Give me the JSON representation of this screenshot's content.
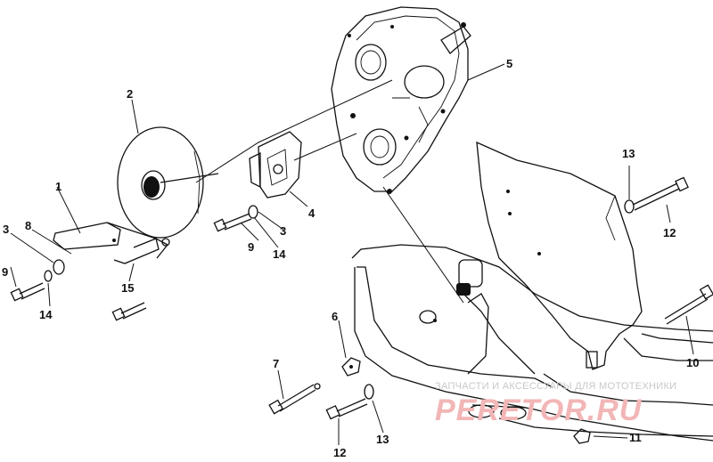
{
  "callouts": [
    {
      "id": "c1",
      "text": "1"
    },
    {
      "id": "c2",
      "text": "2"
    },
    {
      "id": "c3a",
      "text": "3"
    },
    {
      "id": "c3b",
      "text": "3"
    },
    {
      "id": "c4",
      "text": "4"
    },
    {
      "id": "c5",
      "text": "5"
    },
    {
      "id": "c6",
      "text": "6"
    },
    {
      "id": "c7",
      "text": "7"
    },
    {
      "id": "c8",
      "text": "8"
    },
    {
      "id": "c9a",
      "text": "9"
    },
    {
      "id": "c9b",
      "text": "9"
    },
    {
      "id": "c10",
      "text": "10"
    },
    {
      "id": "c11",
      "text": "11"
    },
    {
      "id": "c12a",
      "text": "12"
    },
    {
      "id": "c12b",
      "text": "12"
    },
    {
      "id": "c13a",
      "text": "13"
    },
    {
      "id": "c13b",
      "text": "13"
    },
    {
      "id": "c14a",
      "text": "14"
    },
    {
      "id": "c14b",
      "text": "14"
    },
    {
      "id": "c15",
      "text": "15"
    }
  ],
  "watermark": {
    "line1": "ЗАПЧАСТИ И АКСЕССУАРЫ ДЛЯ МОТОТЕХНИКИ",
    "line2": "PERETOR.RU"
  }
}
